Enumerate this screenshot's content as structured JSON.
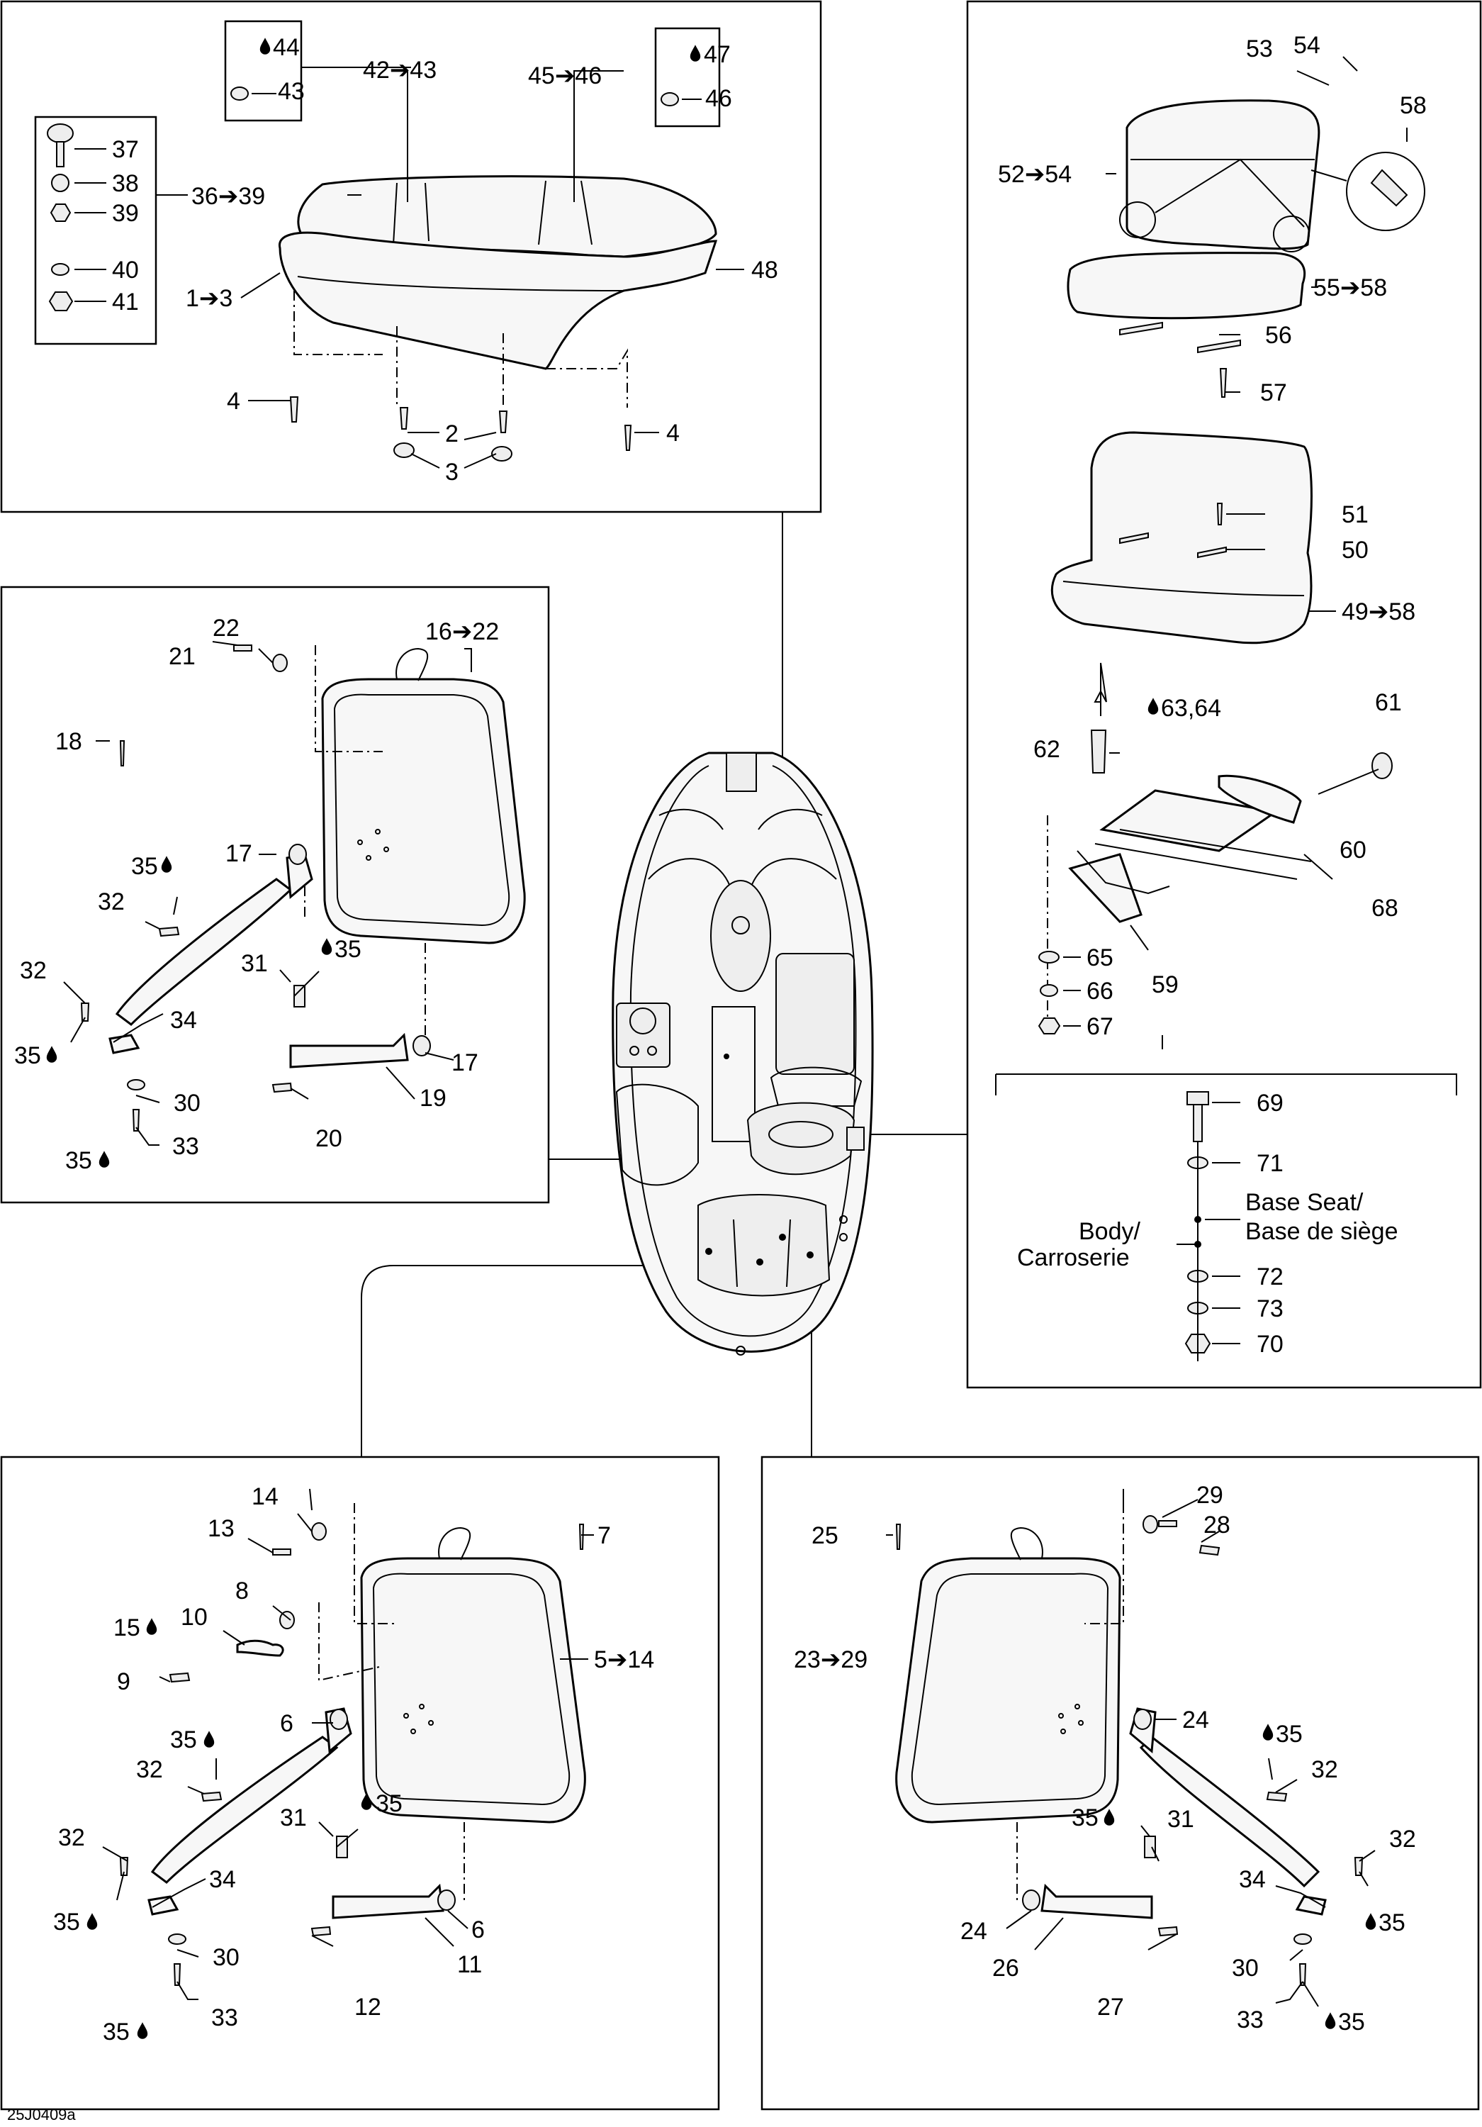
{
  "drawing_code": "25J0409a",
  "glyphs": {
    "drop": "drop-icon (thread locker)",
    "arrow": "→"
  },
  "panels": {
    "bench_seat": {
      "ranges": [
        "42➔43",
        "45➔46",
        "36➔39",
        "1➔3"
      ],
      "labels": [
        "44",
        "43",
        "47",
        "46",
        "37",
        "38",
        "39",
        "40",
        "41",
        "48",
        "4",
        "2",
        "3",
        "4"
      ]
    },
    "top_right_seat": {
      "ranges": [
        "52➔54",
        "55➔58",
        "49➔58"
      ],
      "labels": [
        "53",
        "54",
        "58",
        "56",
        "57",
        "51",
        "50",
        "62",
        "63,64",
        "61",
        "60",
        "68",
        "59",
        "65",
        "66",
        "67"
      ]
    },
    "hardware_detail": {
      "labels": [
        "69",
        "71",
        "72",
        "73",
        "70"
      ],
      "base_seat": "Base Seat/",
      "base_de_siege": "Base de siège",
      "body": "Body/",
      "carrosserie": "Carroserie"
    },
    "left_backrest": {
      "ranges": [
        "16➔22"
      ],
      "labels": [
        "22",
        "21",
        "18",
        "17",
        "35",
        "32",
        "31",
        "35",
        "32",
        "34",
        "35",
        "17",
        "19",
        "30",
        "20",
        "35",
        "33"
      ]
    },
    "bottom_left_backrest": {
      "ranges": [
        "5➔14"
      ],
      "labels": [
        "14",
        "13",
        "7",
        "8",
        "10",
        "15",
        "9",
        "6",
        "35",
        "32",
        "31",
        "35",
        "32",
        "34",
        "35",
        "6",
        "11",
        "30",
        "12",
        "35",
        "33"
      ]
    },
    "bottom_right_backrest": {
      "ranges": [
        "23➔29"
      ],
      "labels": [
        "29",
        "25",
        "28",
        "24",
        "35",
        "32",
        "35",
        "31",
        "32",
        "34",
        "35",
        "24",
        "26",
        "30",
        "27",
        "33",
        "35"
      ]
    }
  }
}
